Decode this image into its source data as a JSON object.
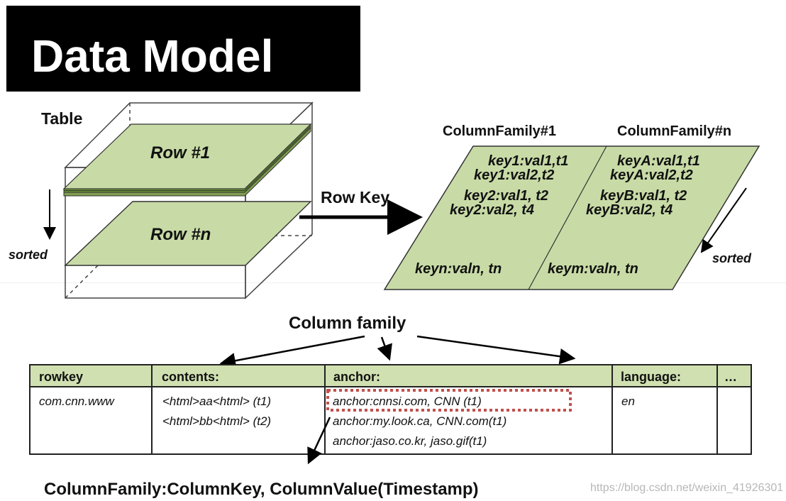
{
  "title": "Data Model",
  "table": {
    "label": "Table",
    "row1": "Row #1",
    "rown": "Row #n",
    "sorted": "sorted"
  },
  "row_key": "Row Key",
  "families": {
    "cf1_label": "ColumnFamily#1",
    "cfn_label": "ColumnFamily#n",
    "cf1_values": [
      "key1:val1,t1",
      "key1:val2,t2",
      "key2:val1, t2",
      "key2:val2, t4",
      "keyn:valn, tn"
    ],
    "cfn_values": [
      "keyA:val1,t1",
      "keyA:val2,t2",
      "keyB:val1, t2",
      "keyB:val2, t4",
      "keym:valn, tn"
    ],
    "sorted": "sorted"
  },
  "column_family_label": "Column family",
  "grid": {
    "headers": [
      "rowkey",
      "contents:",
      "anchor:",
      "language:",
      "…"
    ],
    "rowkey": "com.cnn.www",
    "contents": [
      "<html>aa<html> (t1)",
      "<html>bb<html> (t2)"
    ],
    "anchor": [
      "anchor:cnnsi.com, CNN (t1)",
      "anchor:my.look.ca, CNN.com(t1)",
      "anchor:jaso.co.kr, jaso.gif(t1)"
    ],
    "language": "en"
  },
  "footer": "ColumnFamily:ColumnKey, ColumnValue(Timestamp)",
  "watermark": "https://blog.csdn.net/weixin_41926301",
  "colors": {
    "green": "#c8dba6",
    "dark": "#000000",
    "highlight_box": "#c0504d",
    "header_fill": "#d0e0b0"
  }
}
